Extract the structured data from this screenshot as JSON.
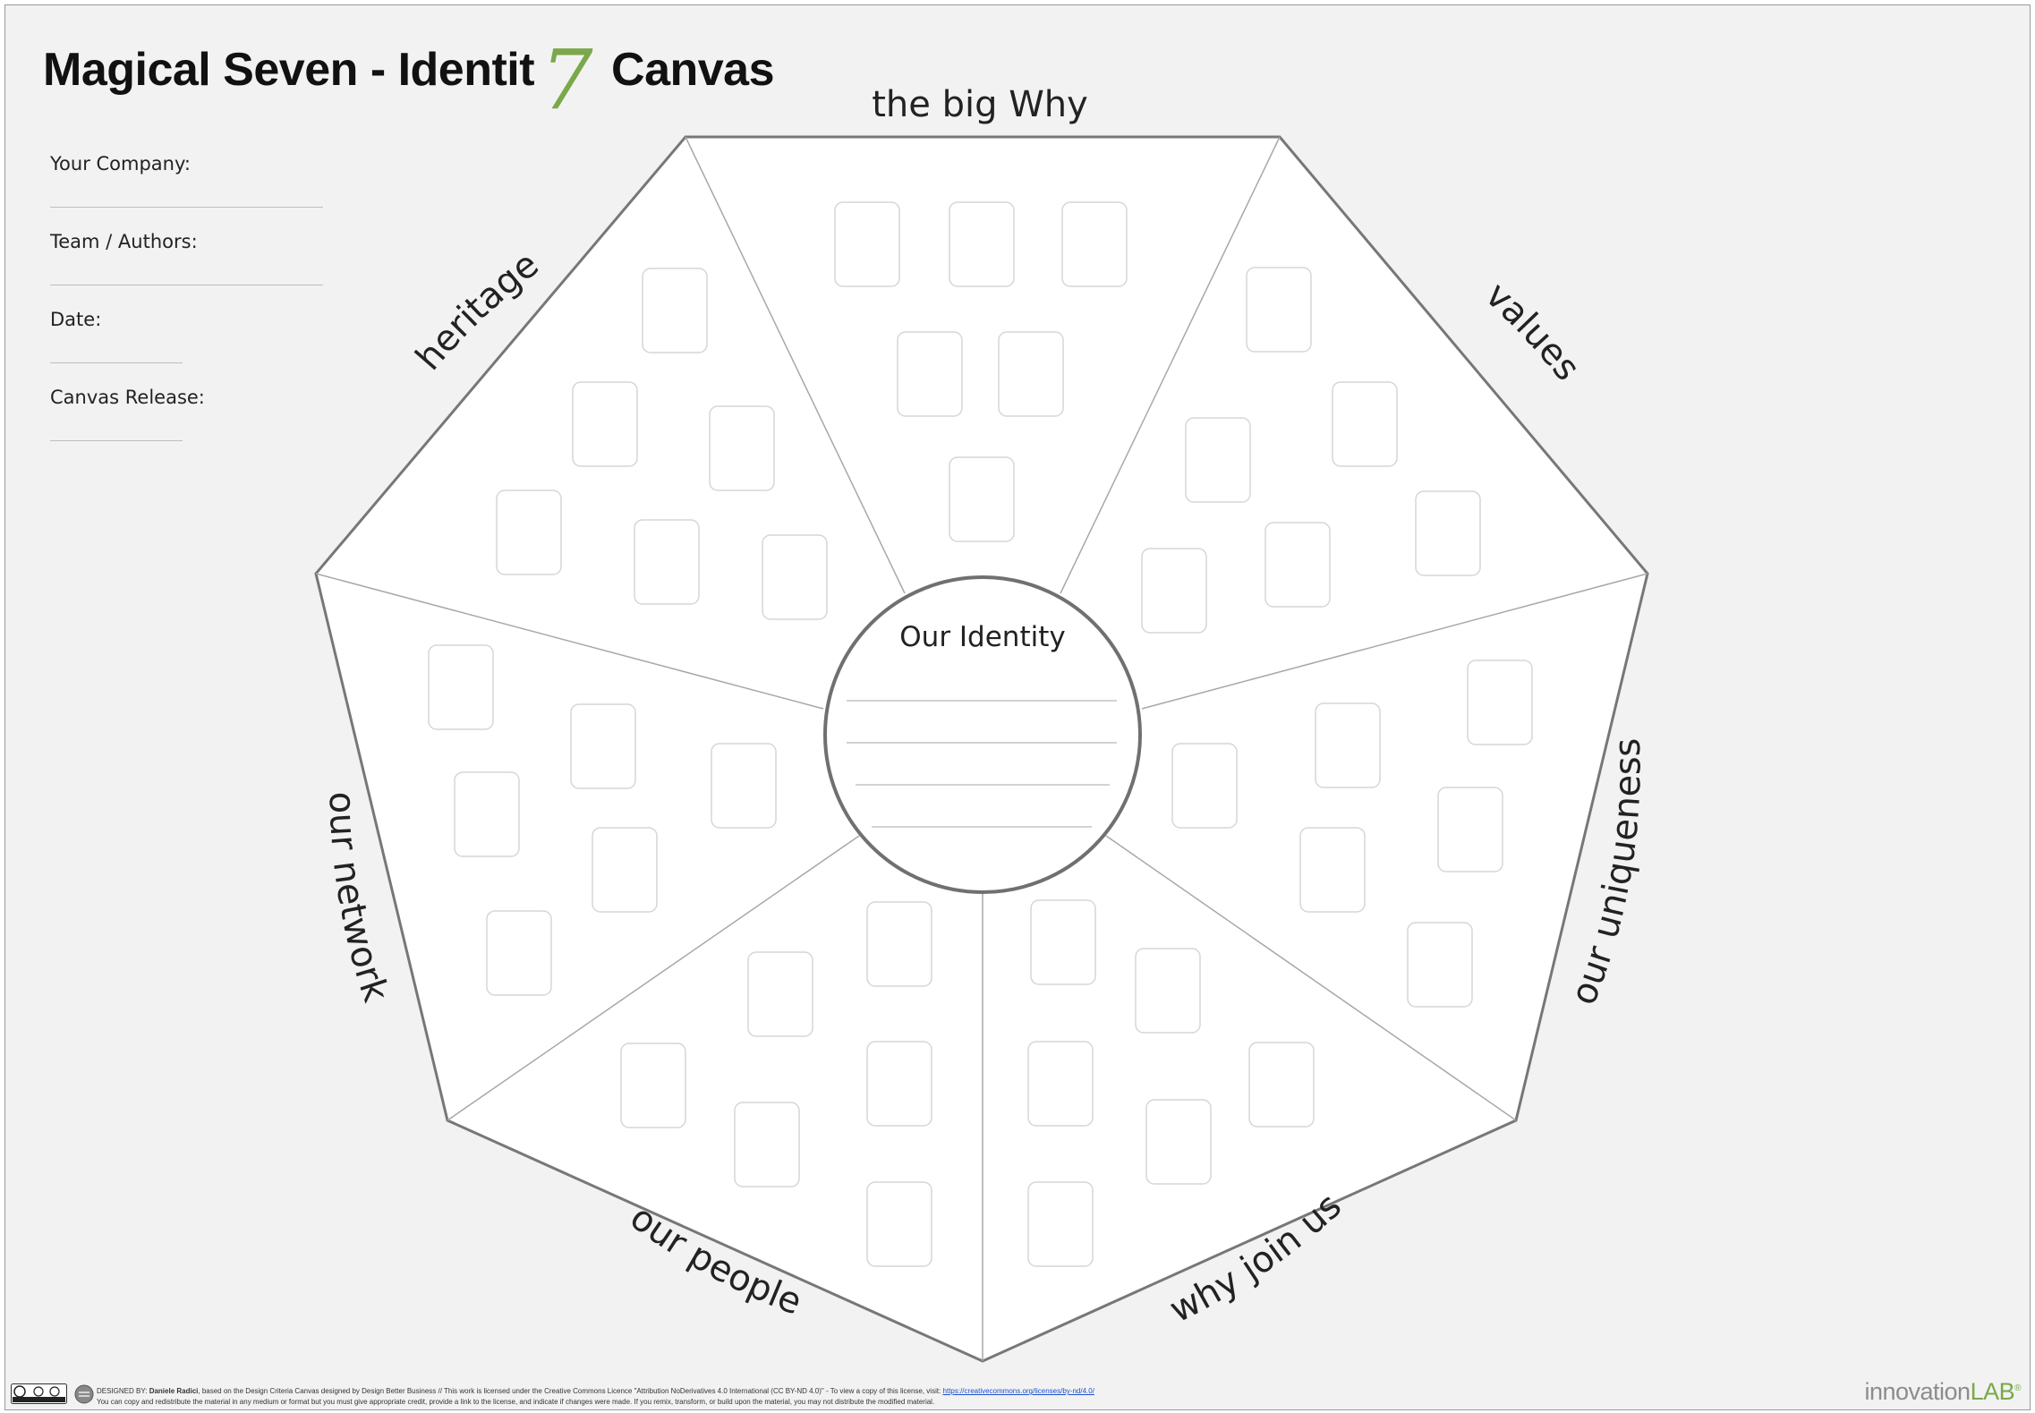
{
  "title": {
    "before": "Magical Seven - Identit",
    "numeral": "7",
    "after": " Canvas"
  },
  "meta_fields": [
    {
      "label": "Your Company:"
    },
    {
      "label": "Team / Authors:"
    },
    {
      "label": "Date:"
    },
    {
      "label": "Canvas Release:"
    }
  ],
  "center": {
    "label": "Our Identity"
  },
  "sections": [
    {
      "label": "the big Why"
    },
    {
      "label": "values"
    },
    {
      "label": "our uniqueness"
    },
    {
      "label": "why join us"
    },
    {
      "label": "our people"
    },
    {
      "label": "our network"
    },
    {
      "label": "heritage"
    }
  ],
  "footer": {
    "cc_badge": "cc by nd",
    "designed_by_prefix": "DESIGNED BY: ",
    "designer": "Daniele Radici",
    "line1_rest": ", based on the Design Criteria Canvas designed by Design Better Business // This work is licensed under the Creative Commons Licence \"Attribution NoDerivatives 4.0 International (CC BY-ND 4.0)\" - To view a copy of this license, visit: ",
    "link": "https://creativecommons.org/licenses/by-nd/4.0/",
    "line2": "You can copy and redistribute the material in any medium or format but you must give appropriate credit, provide a link to the license, and indicate if changes were made. If you remix, transform, or build upon the material, you may not distribute the modified material."
  },
  "brand": {
    "part1": "innovation",
    "part2": "LAB",
    "mark": "®"
  },
  "colors": {
    "background": "#f2f2f2",
    "panel": "#ffffff",
    "outline": "#777777",
    "accent_green": "#7aa84a",
    "sticky_border": "#d6d6d6"
  }
}
